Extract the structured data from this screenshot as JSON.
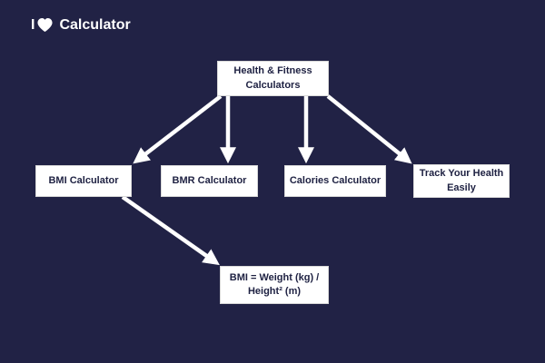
{
  "logo": {
    "prefix": "I",
    "heart_icon": "heart-icon",
    "text": "Calculator"
  },
  "nodes": {
    "root": {
      "line1": "Health & Fitness",
      "line2": "Calculators"
    },
    "bmi": {
      "line1": "BMI Calculator"
    },
    "bmr": {
      "line1": "BMR Calculator"
    },
    "calories": {
      "line1": "Calories Calculator"
    },
    "track": {
      "line1": "Track Your Health",
      "line2": "Easily"
    },
    "formula": {
      "line1": "BMI = Weight (kg) /",
      "line2": "Height² (m)"
    }
  },
  "edges": [
    {
      "from": "Health & Fitness Calculators",
      "to": "BMI Calculator"
    },
    {
      "from": "Health & Fitness Calculators",
      "to": "BMR Calculator"
    },
    {
      "from": "Health & Fitness Calculators",
      "to": "Calories Calculator"
    },
    {
      "from": "Health & Fitness Calculators",
      "to": "Track Your Health Easily"
    },
    {
      "from": "BMI Calculator",
      "to": "BMI = Weight (kg) / Height² (m)"
    }
  ],
  "colors": {
    "background": "#212245",
    "node_background": "#ffffff",
    "node_border": "#d8d8d8",
    "node_text": "#1e2142",
    "arrow": "#ffffff",
    "logo_text": "#ffffff"
  }
}
